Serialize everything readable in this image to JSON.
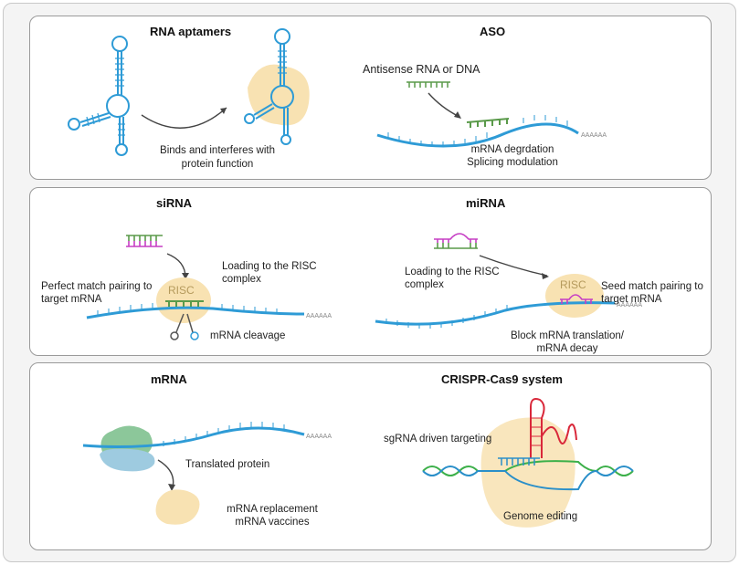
{
  "panels": {
    "top": {
      "aptamers_title": "RNA aptamers",
      "aptamers_caption": [
        "Binds and interferes with",
        "protein function"
      ],
      "aso_title": "ASO",
      "aso_strand_label": "Antisense RNA or DNA",
      "aso_caption": [
        "mRNA degrdation",
        "Splicing modulation"
      ],
      "polya_tail": "AAAAAA"
    },
    "middle": {
      "sirna_title": "siRNA",
      "sirna_loading": [
        "Loading to the RISC",
        "complex"
      ],
      "sirna_pairing": [
        "Perfect match pairing to",
        "target mRNA"
      ],
      "sirna_risc": "RISC",
      "sirna_cleavage": "mRNA cleavage",
      "mirna_title": "miRNA",
      "mirna_loading": [
        "Loading to the RISC",
        "complex"
      ],
      "mirna_risc": "RISC",
      "mirna_pairing": [
        "Seed match pairing to",
        "target mRNA"
      ],
      "mirna_caption": [
        "Block mRNA translation/",
        "mRNA decay"
      ],
      "polya_tail": "AAAAAA"
    },
    "bottom": {
      "mrna_title": "mRNA",
      "translated": "Translated protein",
      "mrna_uses": [
        "mRNA replacement",
        "mRNA vaccines"
      ],
      "crispr_title": "CRISPR-Cas9 system",
      "sgrna": "sgRNA driven targeting",
      "genome": "Genome editing",
      "polya_tail": "AAAAAA"
    }
  },
  "colors": {
    "rna_blue": "#2e9bd6",
    "aso_green": "#5a9a4a",
    "sirna_magenta": "#c63ec4",
    "protein_peach": "#f8e2b2",
    "ribosome_green": "#8cc79a",
    "ribosome_blue": "#9ecbe0",
    "dna_green": "#3db04a",
    "dna_blue": "#2a8fc9",
    "sgrna_red": "#d9283a"
  }
}
